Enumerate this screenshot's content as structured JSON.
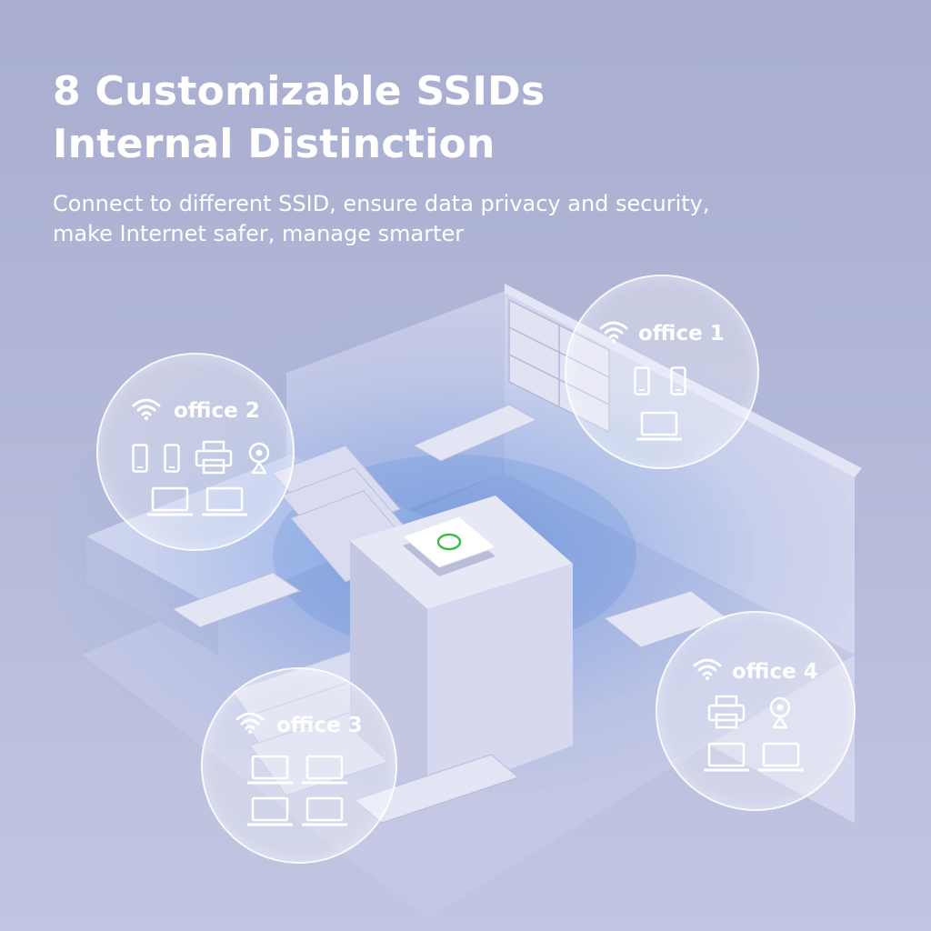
{
  "headline": {
    "line1": "8 Customizable SSIDs",
    "line2": "Internal Distinction"
  },
  "subheadline": {
    "line1": "Connect to different SSID, ensure data privacy and security,",
    "line2": "make Internet safer, manage smarter"
  },
  "colors": {
    "text": "#ffffff",
    "wifi_coverage": "#4a7fd8",
    "building": "#cfd2ea",
    "access_point_ring": "#3cbf4a"
  },
  "zones": [
    {
      "ssid": "office 1",
      "devices": [
        "phone-icon",
        "phone-icon",
        "laptop-icon"
      ]
    },
    {
      "ssid": "office 2",
      "devices": [
        "phone-icon",
        "phone-icon",
        "printer-icon",
        "webcam-icon",
        "laptop-icon",
        "laptop-icon"
      ]
    },
    {
      "ssid": "office 3",
      "devices": [
        "laptop-icon",
        "laptop-icon",
        "laptop-icon",
        "laptop-icon"
      ]
    },
    {
      "ssid": "office 4",
      "devices": [
        "printer-icon",
        "webcam-icon",
        "laptop-icon",
        "laptop-icon"
      ]
    }
  ]
}
